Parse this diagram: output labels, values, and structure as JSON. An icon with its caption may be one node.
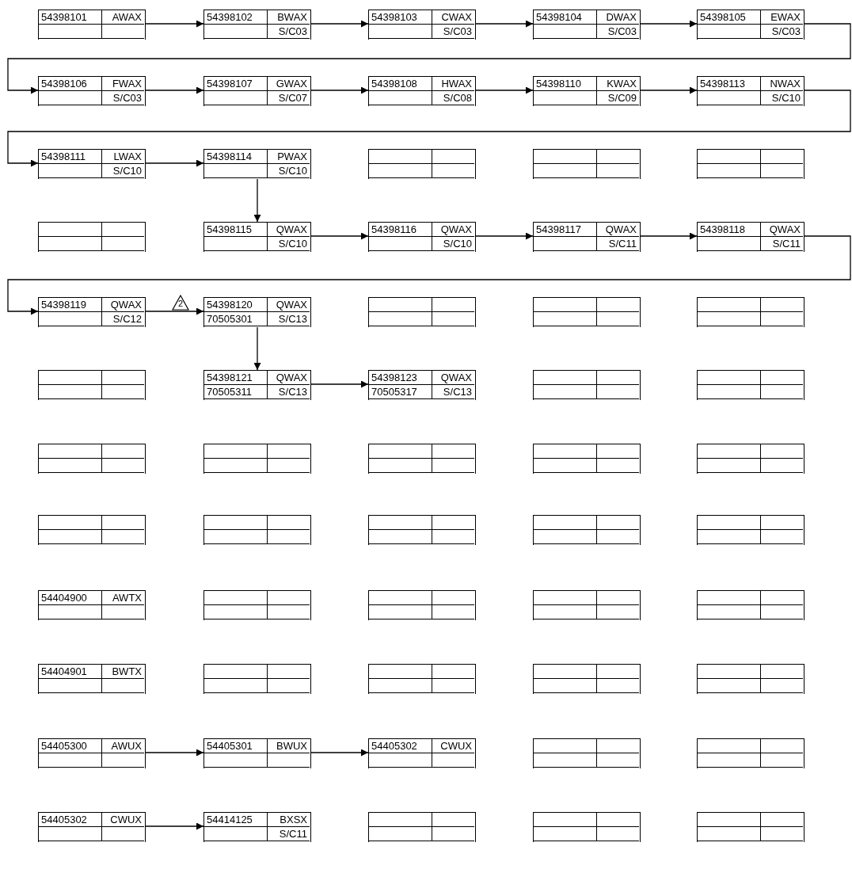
{
  "diagram": {
    "nodes": [
      {
        "text": [
          "54398101",
          "AWAX"
        ]
      },
      {
        "text": [
          "54398102",
          "BWAX",
          "S/C03"
        ]
      },
      {
        "text": [
          "54398103",
          "CWAX",
          "S/C03"
        ]
      },
      {
        "text": [
          "54398104",
          "DWAX",
          "S/C03"
        ]
      },
      {
        "text": [
          "54398105",
          "EWAX",
          "S/C03"
        ]
      },
      {
        "text": [
          "54398106",
          "FWAX",
          "S/C03"
        ]
      },
      {
        "text": [
          "54398107",
          "GWAX",
          "S/C07"
        ]
      },
      {
        "text": [
          "54398108",
          "HWAX",
          "S/C08"
        ]
      },
      {
        "text": [
          "54398110",
          "KWAX",
          "S/C09"
        ]
      },
      {
        "text": [
          "54398113",
          "NWAX",
          "S/C10"
        ]
      },
      {
        "text": [
          "54398111",
          "LWAX",
          "S/C10"
        ]
      },
      {
        "text": [
          "54398114",
          "PWAX",
          "S/C10"
        ]
      },
      {
        "text": [],
        "shape": "box"
      },
      {
        "text": [],
        "shape": "box"
      },
      {
        "text": [],
        "shape": "box"
      },
      {
        "text": [],
        "shape": "box"
      },
      {
        "text": [
          "54398115",
          "QWAX",
          "S/C10"
        ]
      },
      {
        "text": [
          "54398116",
          "QWAX",
          "S/C10"
        ]
      },
      {
        "text": [
          "54398117",
          "QWAX",
          "S/C11"
        ]
      },
      {
        "text": [
          "54398118",
          "QWAX",
          "S/C11"
        ]
      },
      {
        "text": [
          "54398119",
          "QWAX",
          "S/C12"
        ]
      },
      {
        "text": [
          "54398120",
          "QWAX",
          "70505301",
          "S/C13"
        ]
      },
      {
        "text": [],
        "shape": "box"
      },
      {
        "text": [],
        "shape": "box"
      },
      {
        "text": [],
        "shape": "box"
      },
      {
        "text": [],
        "shape": "box"
      },
      {
        "text": [
          "54398121",
          "QWAX",
          "70505311",
          "S/C13"
        ]
      },
      {
        "text": [
          "54398123",
          "QWAX",
          "70505317",
          "S/C13"
        ]
      },
      {
        "text": [],
        "shape": "box"
      },
      {
        "text": [],
        "shape": "box"
      },
      {
        "text": [],
        "shape": "box"
      },
      {
        "text": [],
        "shape": "box"
      },
      {
        "text": [],
        "shape": "box"
      },
      {
        "text": [],
        "shape": "box"
      },
      {
        "text": [],
        "shape": "box"
      },
      {
        "text": [],
        "shape": "box"
      },
      {
        "text": [],
        "shape": "box"
      },
      {
        "text": [],
        "shape": "box"
      },
      {
        "text": [],
        "shape": "box"
      },
      {
        "text": [],
        "shape": "box"
      },
      {
        "text": [
          "54404900",
          "AWTX"
        ]
      },
      {
        "text": [],
        "shape": "box"
      },
      {
        "text": [],
        "shape": "box"
      },
      {
        "text": [],
        "shape": "box"
      },
      {
        "text": [],
        "shape": "box"
      },
      {
        "text": [
          "54404901",
          "BWTX"
        ]
      },
      {
        "text": [],
        "shape": "box"
      },
      {
        "text": [],
        "shape": "box"
      },
      {
        "text": [],
        "shape": "box"
      },
      {
        "text": [],
        "shape": "box"
      },
      {
        "text": [
          "54405300",
          "AWUX"
        ]
      },
      {
        "text": [
          "54405301",
          "BWUX"
        ]
      },
      {
        "text": [
          "54405302",
          "CWUX"
        ]
      },
      {
        "text": [],
        "shape": "box"
      },
      {
        "text": [],
        "shape": "box"
      },
      {
        "text": [
          "54405302",
          "CWUX"
        ]
      },
      {
        "text": [
          "54414125",
          "BXSX",
          "S/C11"
        ]
      },
      {
        "text": [],
        "shape": "box"
      },
      {
        "text": [],
        "shape": "box"
      },
      {
        "text": [],
        "shape": "box"
      }
    ],
    "edges": [
      {
        "from": 0,
        "to": 1,
        "arrow": "to"
      },
      {
        "from": 1,
        "to": 2,
        "arrow": "to"
      },
      {
        "from": 2,
        "to": 3,
        "arrow": "to"
      },
      {
        "from": 3,
        "to": 4,
        "arrow": "to"
      },
      {
        "from": 4,
        "to": 5,
        "arrow": "to"
      },
      {
        "from": 5,
        "to": 6,
        "arrow": "to"
      },
      {
        "from": 6,
        "to": 7,
        "arrow": "to"
      },
      {
        "from": 7,
        "to": 8,
        "arrow": "to"
      },
      {
        "from": 8,
        "to": 9,
        "arrow": "to"
      },
      {
        "from": 9,
        "to": 10,
        "arrow": "to"
      },
      {
        "from": 10,
        "to": 11,
        "arrow": "to"
      },
      {
        "from": 11,
        "to": 16,
        "arrow": "to"
      },
      {
        "from": 16,
        "to": 17,
        "arrow": "to"
      },
      {
        "from": 17,
        "to": 18,
        "arrow": "to"
      },
      {
        "from": 18,
        "to": 19,
        "arrow": "to"
      },
      {
        "from": 19,
        "to": 20,
        "arrow": "to"
      },
      {
        "from": 20,
        "to": 21,
        "arrow": "to"
      },
      {
        "from": 21,
        "to": 26,
        "arrow": "to"
      },
      {
        "from": 26,
        "to": 27,
        "arrow": "to"
      },
      {
        "from": 50,
        "to": 51,
        "arrow": "to"
      },
      {
        "from": 51,
        "to": 52,
        "arrow": "to"
      },
      {
        "from": 55,
        "to": 56,
        "arrow": "to"
      }
    ],
    "labels": [
      "2"
    ]
  }
}
